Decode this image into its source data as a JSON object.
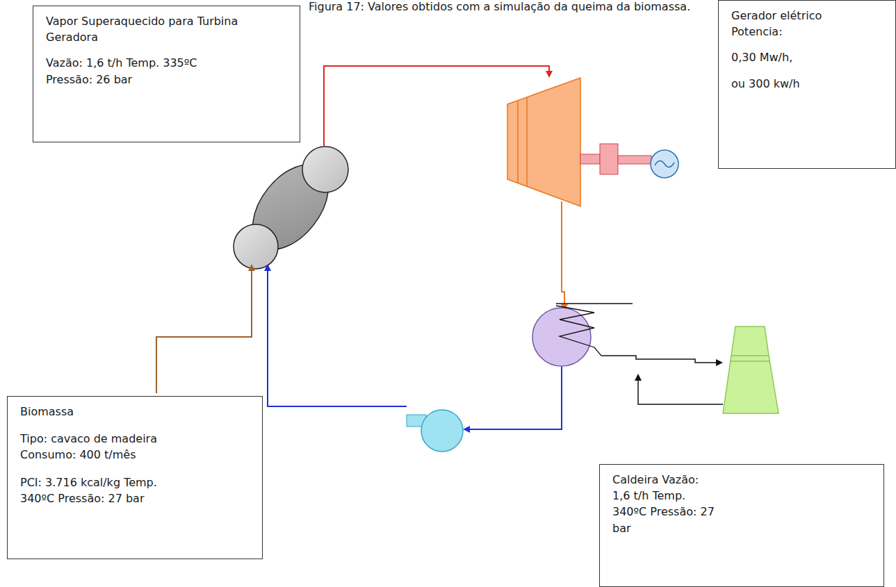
{
  "diagram": {
    "caption": "Figura 17: Valores obtidos com a simulação da queima da biomassa.",
    "nodes": [
      {
        "text": [
          "Vapor Superaquecido para Turbina Geradora",
          "Vazão: 1,6 t/h Temp. 335ºC Pressão: 26 bar"
        ]
      },
      {
        "text": [
          "Gerador elétrico Potencia:",
          "0,30 Mw/h,",
          "ou 300 kw/h"
        ]
      },
      {
        "text": [
          "Biomassa",
          "Tipo: cavaco de madeira Consumo: 400 t/mês",
          "PCI: 3.716 kcal/kg Temp. 340ºC Pressão: 27 bar"
        ]
      },
      {
        "text": [
          "Caldeira Vazão: 1,6 t/h Temp. 340ºC Pressão: 27 bar"
        ]
      }
    ]
  }
}
